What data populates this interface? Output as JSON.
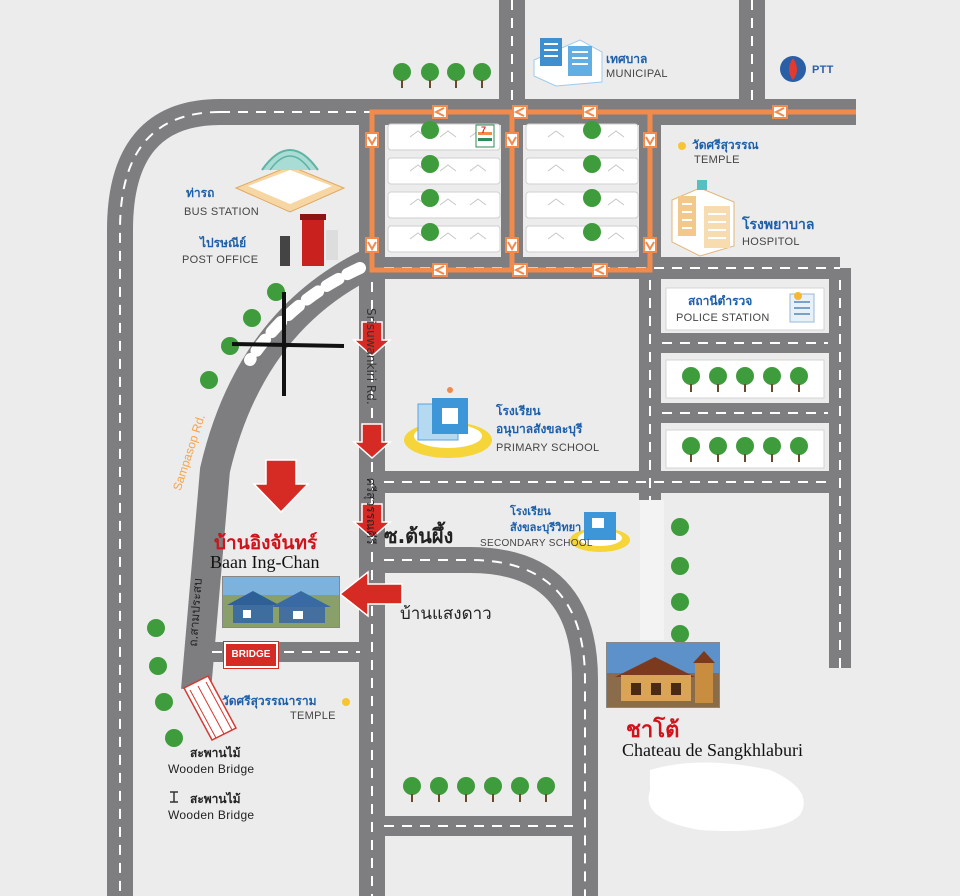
{
  "labels": {
    "municipal_th": "เทศบาล",
    "municipal_en": "MUNICIPAL",
    "ptt": "PTT",
    "seven_eleven": "7",
    "temple_top_th": "วัดศรีสุวรรณ",
    "temple_top_en": "TEMPLE",
    "bus_th": "ท่ารถ",
    "bus_en": "BUS STATION",
    "post_th": "ไปรษณีย์",
    "post_en": "POST OFFICE",
    "hospital_th": "โรงพยาบาล",
    "hospital_en": "HOSPITOL",
    "police_th": "สถานีตำรวจ",
    "police_en": "POLICE STATION",
    "primary_th1": "โรงเรียน",
    "primary_th2": "อนุบาลสังขละบุรี",
    "primary_en": "PRIMARY SCHOOL",
    "secondary_th1": "โรงเรียน",
    "secondary_th2": "สังขละบุรีวิทยา",
    "secondary_en": "SECONDARY SCHOOL",
    "road_sampasop_th": "ถ.สามประสบ",
    "road_sampasop_en": "Sampasop Rd.",
    "road_srisuwan_th": "ศรีสุวรรณคีรี",
    "road_srisuwan_en": "Srisuwankiri Rd.",
    "soi": "ซ.ต้นผึ้ง",
    "ingchan_th": "บ้านอิงจันทร์",
    "ingchan_en": "Baan Ing-Chan",
    "saengdao": "บ้านแสงดาว",
    "bridge": "BRIDGE",
    "temple_bottom_th": "วัดศรีสุวรรณาราม",
    "temple_bottom_en": "TEMPLE",
    "wooden1_th": "สะพานไม้",
    "wooden1_en": "Wooden Bridge",
    "wooden2_th": "สะพานไม้",
    "wooden2_en": "Wooden Bridge",
    "chateau_th": "ชาโต้",
    "chateau_en": "Chateau de Sangkhlaburi"
  },
  "colors": {
    "road": "#7e7e80",
    "road_dash": "#ffffff",
    "orange_route": "#f28a4b",
    "pointer_red": "#d62a25",
    "tree": "#3f9c3c",
    "background": "#ececec"
  }
}
